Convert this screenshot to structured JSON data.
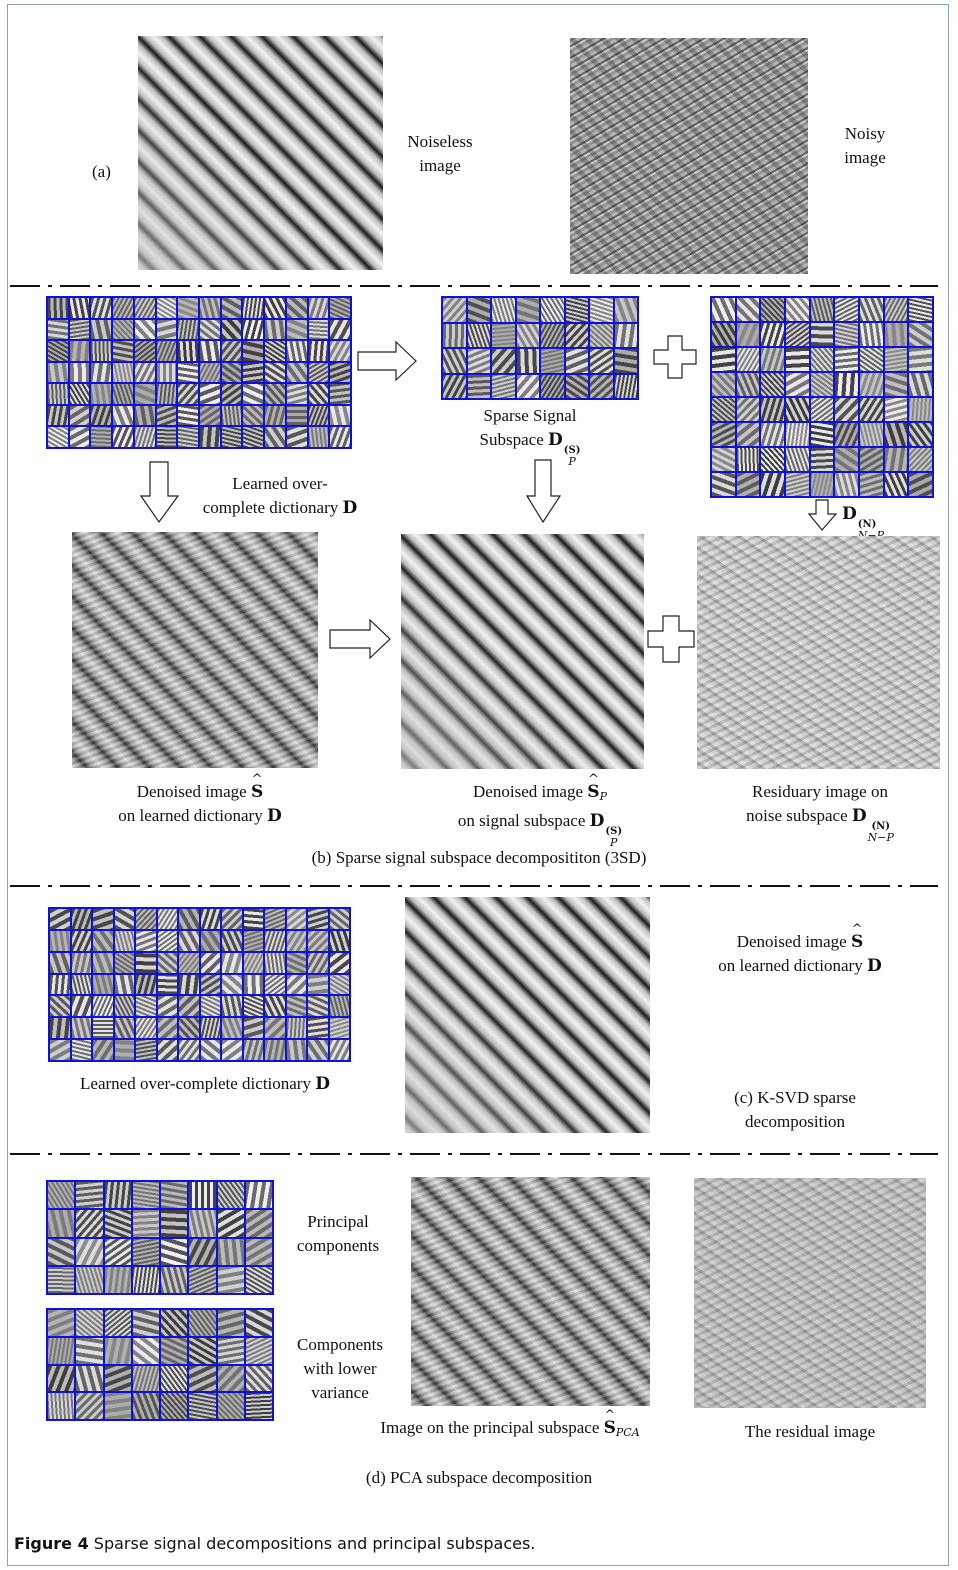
{
  "panel_a": {
    "tag": "(a)",
    "noiseless_label": [
      "Noiseless",
      "image"
    ],
    "noisy_label": [
      "Noisy",
      "image"
    ]
  },
  "panel_b": {
    "dictionary_label_line1": "Learned over-",
    "dictionary_label_line2": "complete dictionary",
    "dictionary_symbol": "D",
    "signal_subspace_line1": "Sparse Signal",
    "signal_subspace_line2": "Subspace",
    "signal_subspace_symbol": "D",
    "signal_subspace_sup": "(S)",
    "signal_subspace_sub": "P",
    "noise_subspace_symbol": "D",
    "noise_subspace_sup": "(N)",
    "noise_subspace_sub": "N−P",
    "denoised_line1": "Denoised image",
    "denoised_symbol": "S",
    "denoised_line2": "on learned dictionary",
    "denoised_line2_symbol": "D",
    "denoised_p_line1": "Denoised image",
    "denoised_p_symbol": "S",
    "denoised_p_sub": "P",
    "denoised_p_line2": "on signal subspace",
    "denoised_p_line2_symbol": "D",
    "denoised_p_line2_sup": "(S)",
    "denoised_p_line2_sub": "P",
    "residuary_line1": "Residuary image on",
    "residuary_line2": "noise subspace",
    "residuary_symbol": "D",
    "residuary_sup": "(N)",
    "residuary_sub": "N−P",
    "caption": "(b) Sparse signal subspace decomposititon (3SD)"
  },
  "panel_c": {
    "dictionary_label": "Learned over-complete dictionary",
    "dictionary_symbol": "D",
    "denoised_line1": "Denoised image",
    "denoised_symbol": "S",
    "denoised_line2": "on learned dictionary",
    "denoised_line2_symbol": "D",
    "caption_line1": "(c) K-SVD sparse",
    "caption_line2": "decomposition"
  },
  "panel_d": {
    "principal_line1": "Principal",
    "principal_line2": "components",
    "lower_line1": "Components",
    "lower_line2": "with lower",
    "lower_line3": "variance",
    "principal_image_label": "Image on the principal subspace",
    "principal_image_symbol": "S",
    "principal_image_sub": "PCA",
    "residual_label": "The residual image",
    "caption": "(d) PCA subspace decomposition"
  },
  "figure_caption": {
    "label": "Figure 4",
    "text": "Sparse signal decompositions and principal subspaces."
  },
  "colors": {
    "dictionary_grid": "#1010d8",
    "frame_border": "#8fa3b3"
  }
}
